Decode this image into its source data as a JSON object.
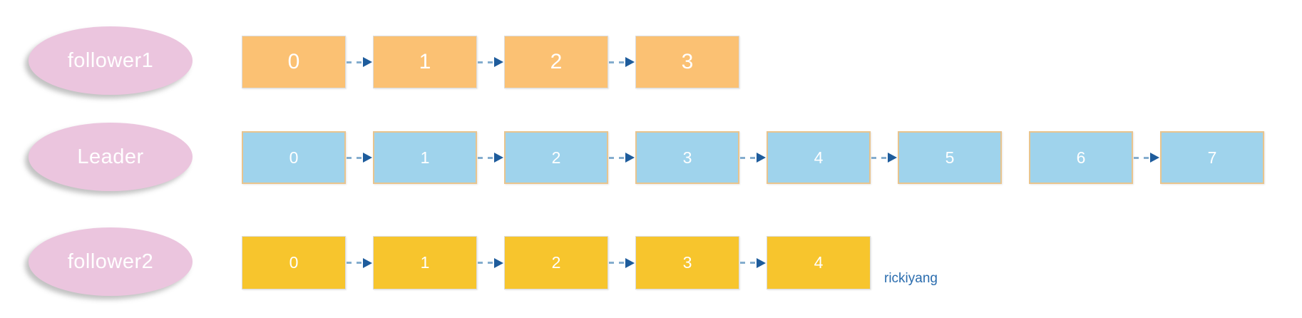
{
  "watermark": {
    "text": "rickiyang",
    "color": "#2A6CAE"
  },
  "palette": {
    "ellipse_fill": "#EBC5DE",
    "text_on_shapes": "#FFFFFF",
    "arrow_dash": "#84ADCE",
    "arrow_head": "#1E5C9C"
  },
  "rows": [
    {
      "id": "follower1",
      "label": "follower1",
      "node_labels": [
        "0",
        "1",
        "2",
        "3"
      ],
      "box_fill": "#FBC173",
      "box_border": "#DCDCDC",
      "missing_links": []
    },
    {
      "id": "leader",
      "label": "Leader",
      "node_labels": [
        "0",
        "1",
        "2",
        "3",
        "4",
        "5",
        "6",
        "7"
      ],
      "box_fill": "#9FD3EC",
      "box_border": "#E8C48E",
      "missing_links": [
        [
          5,
          6
        ]
      ]
    },
    {
      "id": "follower2",
      "label": "follower2",
      "node_labels": [
        "0",
        "1",
        "2",
        "3",
        "4"
      ],
      "box_fill": "#F7C52D",
      "box_border": "#DCDCDC",
      "missing_links": []
    }
  ]
}
